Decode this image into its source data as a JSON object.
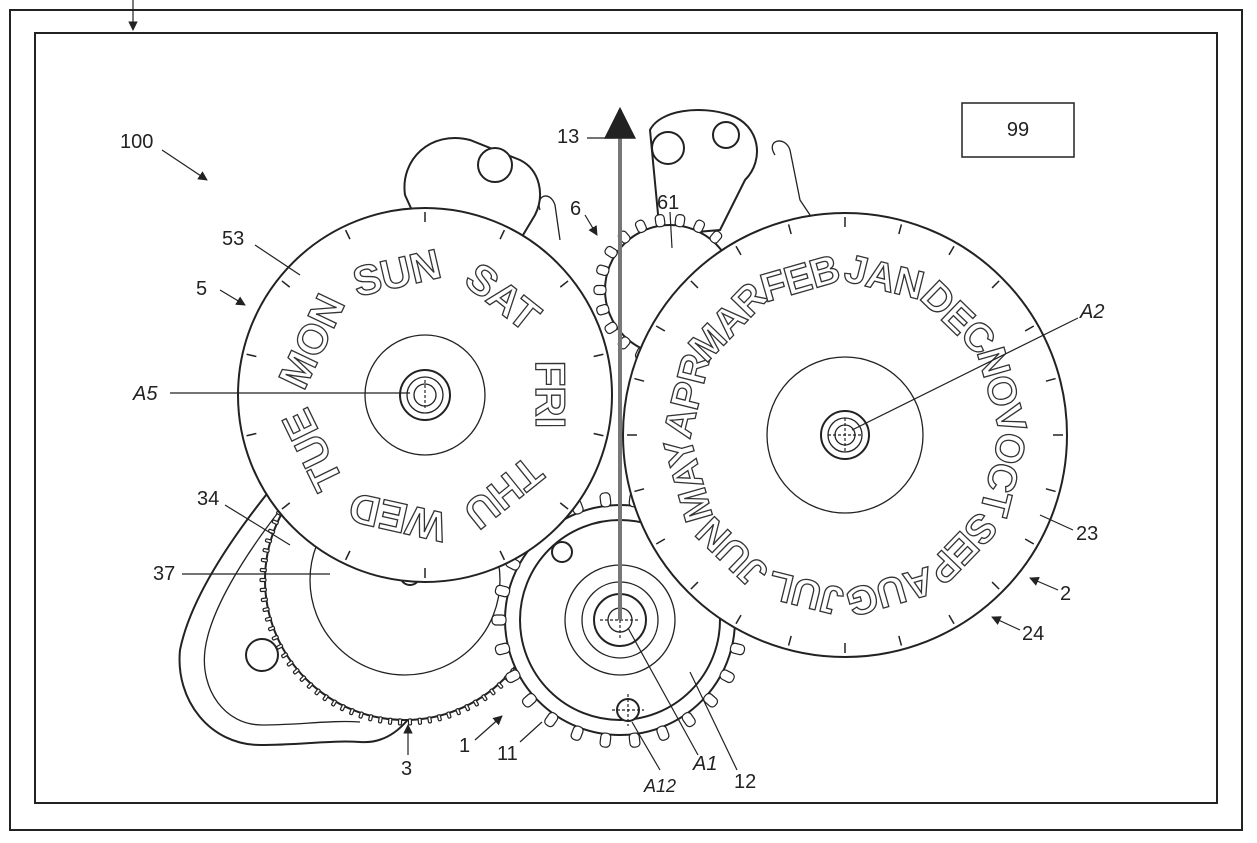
{
  "box_label": "99",
  "labels": {
    "l100": "100",
    "l13": "13",
    "l6": "6",
    "l61": "61",
    "l53": "53",
    "l5": "5",
    "lA5": "A5",
    "lA2": "A2",
    "l34": "34",
    "l37": "37",
    "l3": "3",
    "l1": "1",
    "l11": "11",
    "lA12": "A12",
    "lA1": "A1",
    "l12": "12",
    "l23": "23",
    "l2": "2",
    "l24": "24"
  },
  "day_disc": {
    "days": [
      "SUN",
      "SAT",
      "FRI",
      "THU",
      "WED",
      "TUE",
      "MON"
    ]
  },
  "month_disc": {
    "months": [
      "JAN",
      "DEC",
      "NOV",
      "OCT",
      "SEP",
      "AUG",
      "JUL",
      "JUN",
      "MAY",
      "APR",
      "MAR",
      "FEB"
    ]
  }
}
